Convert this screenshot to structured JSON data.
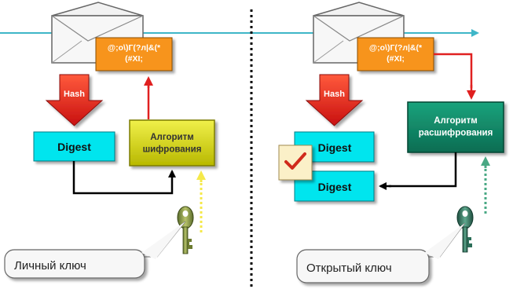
{
  "left": {
    "envelope_text": "@;o\\)Г(?л|&(*\n(#XI;",
    "hash_label": "Hash",
    "digest_label": "Digest",
    "algorithm_label": "Алгоритм\nшифрования",
    "key_callout": "Личный ключ"
  },
  "right": {
    "envelope_text": "@;o\\)Г(?л|&(*\n(#XI;",
    "hash_label": "Hash",
    "digest_top_label": "Digest",
    "digest_bottom_label": "Digest",
    "algorithm_label": "Алгоритм\nрасшифрования",
    "key_callout": "Открытый ключ"
  },
  "icons": [
    "envelope-icon",
    "hash-arrow-icon",
    "key-icon",
    "checkmark-icon"
  ],
  "colors": {
    "line_blue": "#3fb6c8",
    "orange_box": "#f7941d",
    "digest_cyan": "#00e5ee",
    "encrypt_yellow": "#dcdc1e",
    "decrypt_green": "#0f8a6a",
    "hash_red": "#e8281e",
    "red_arrow": "#e02020",
    "key_yellow_dashed": "#f5e94a",
    "key_green_dashed": "#49a884"
  }
}
